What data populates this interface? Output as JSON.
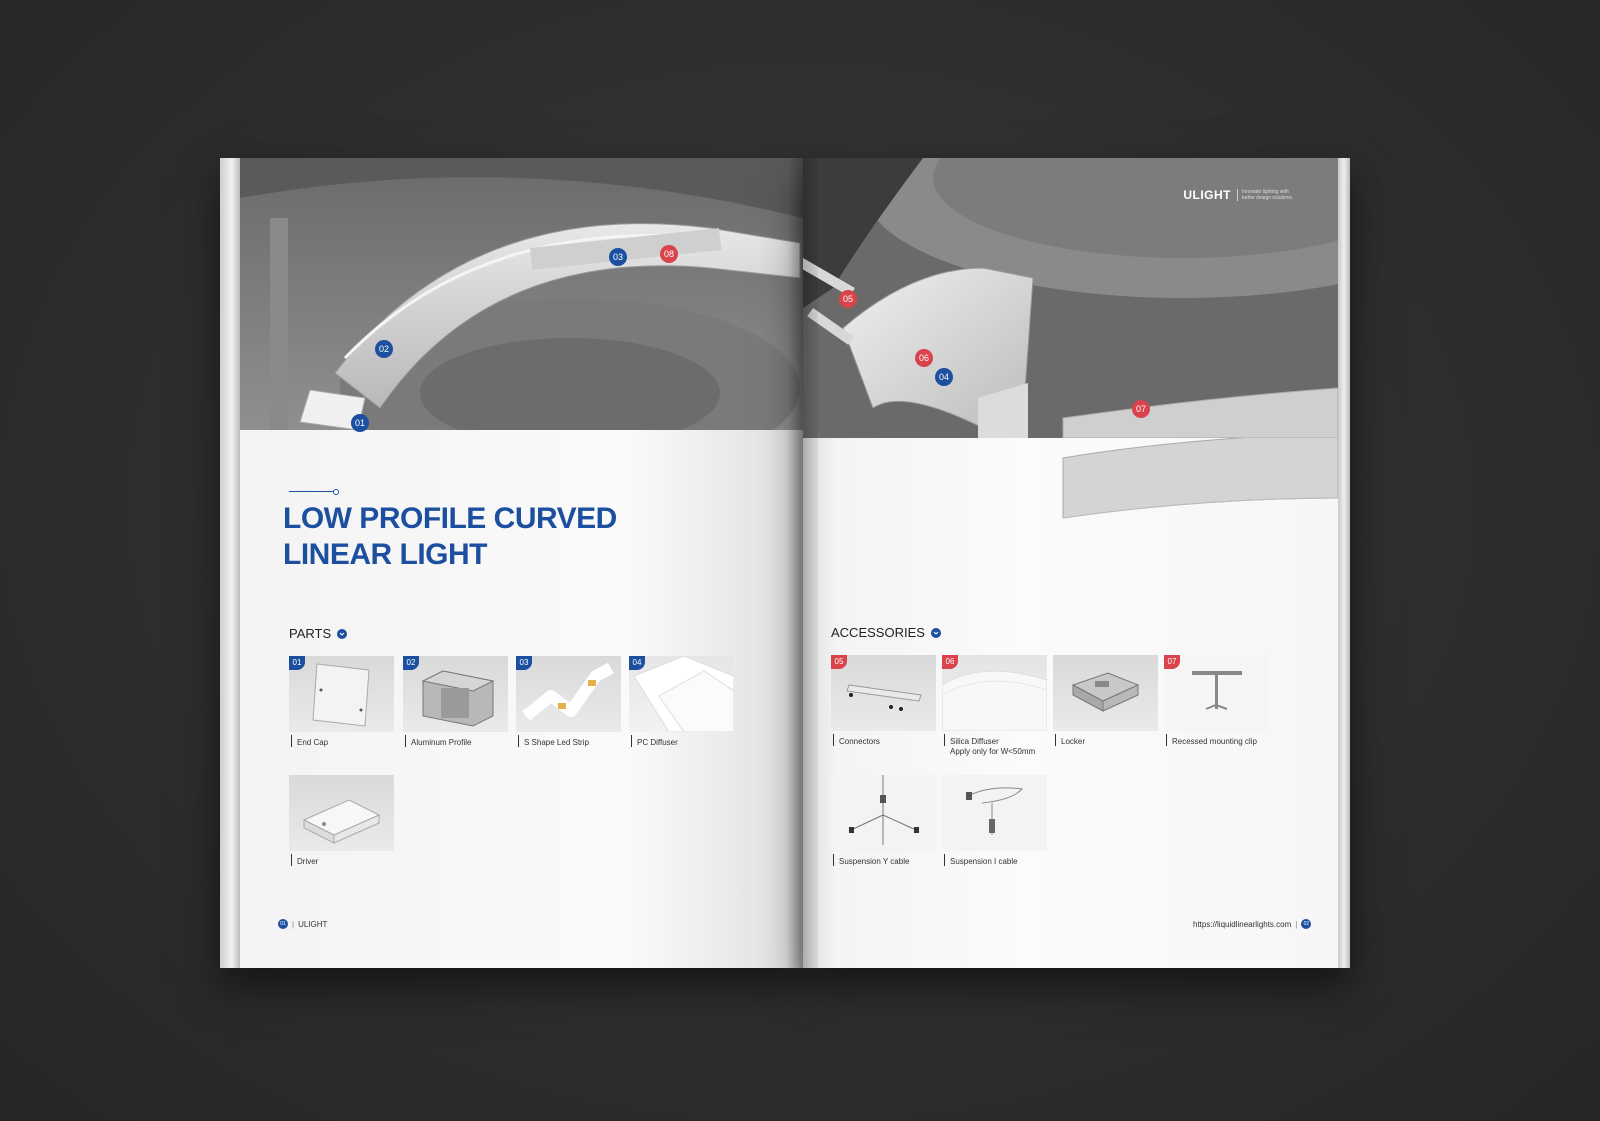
{
  "brand": {
    "logo": "ULIGHT",
    "tagline": "Innovate lighting with better design solutions",
    "accent_color": "#1c4fa0",
    "callout_red": "#d9434b"
  },
  "title": {
    "line1": "LOW PROFILE CURVED",
    "line2": "LINEAR LIGHT"
  },
  "callouts": [
    {
      "num": "01",
      "color": "blue"
    },
    {
      "num": "02",
      "color": "blue"
    },
    {
      "num": "03",
      "color": "blue"
    },
    {
      "num": "08",
      "color": "red"
    },
    {
      "num": "05",
      "color": "red"
    },
    {
      "num": "06",
      "color": "red"
    },
    {
      "num": "04",
      "color": "blue"
    },
    {
      "num": "07",
      "color": "red"
    }
  ],
  "parts": {
    "heading": "PARTS",
    "items": [
      {
        "num": "01",
        "label": "End Cap",
        "icon": "end-cap-icon"
      },
      {
        "num": "02",
        "label": "Aluminum Profile",
        "icon": "aluminum-profile-icon"
      },
      {
        "num": "03",
        "label": "S Shape Led Strip",
        "icon": "led-strip-icon"
      },
      {
        "num": "04",
        "label": "PC Diffuser",
        "icon": "pc-diffuser-icon"
      },
      {
        "num": "",
        "label": "Driver",
        "icon": "driver-icon"
      }
    ]
  },
  "accessories": {
    "heading": "ACCESSORIES",
    "items": [
      {
        "num": "05",
        "label": "Connectors",
        "sub": "",
        "icon": "connector-icon"
      },
      {
        "num": "06",
        "label": "Silica Diffuser",
        "sub": "Apply only for W<50mm",
        "icon": "silica-diffuser-icon"
      },
      {
        "num": "",
        "label": "Locker",
        "sub": "",
        "icon": "locker-icon"
      },
      {
        "num": "07",
        "label": "Recessed mounting clip",
        "sub": "",
        "icon": "mounting-clip-icon"
      },
      {
        "num": "",
        "label": "Suspension Y cable",
        "sub": "",
        "icon": "y-cable-icon"
      },
      {
        "num": "",
        "label": "Suspension I cable",
        "sub": "",
        "icon": "i-cable-icon"
      }
    ]
  },
  "footer": {
    "left_page": "01",
    "left_brand": "ULIGHT",
    "right_url": "https://liquidlinearlights.com",
    "right_page": "02"
  }
}
